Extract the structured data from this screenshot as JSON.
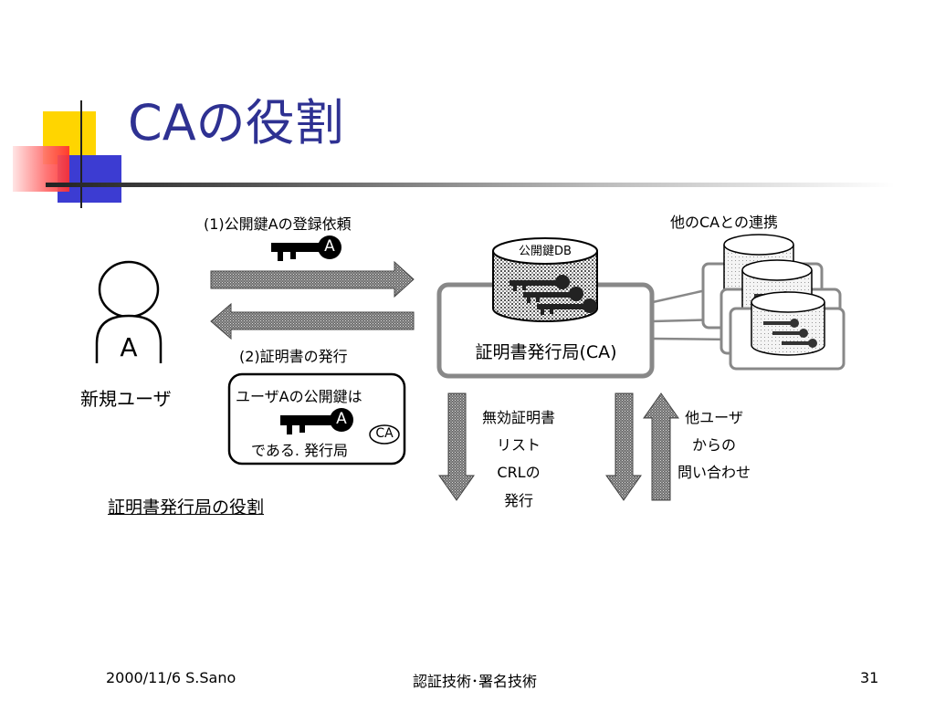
{
  "slide": {
    "title": "CAの役割",
    "colors": {
      "title": "#2e3192",
      "deco_yellow": "#ffd500",
      "deco_red": "#ff3b3b",
      "deco_blue": "#3c3cd2"
    }
  },
  "diagram": {
    "request_label": "(1)公開鍵Aの登録依頼",
    "issue_label": "(2)証明書の発行",
    "user_letter": "A",
    "user_label": "新規ユーザ",
    "key_badge": "A",
    "cert_line1": "ユーザAの公開鍵は",
    "cert_line2": "である. 発行局",
    "cert_ca_stamp": "CA",
    "db_label": "公開鍵DB",
    "ca_box_label": "証明書発行局(CA)",
    "other_ca_label": "他のCAとの連携",
    "crl_lines": [
      "無効証明書",
      "リスト",
      "CRLの",
      "発行"
    ],
    "inquiry_lines": [
      "他ユーザ",
      "からの",
      "問い合わせ"
    ],
    "caption": "証明書発行局の役割"
  },
  "footer": {
    "date_author": "2000/11/6 S.Sano",
    "course": "認証技術･署名技術",
    "page_number": "31"
  }
}
